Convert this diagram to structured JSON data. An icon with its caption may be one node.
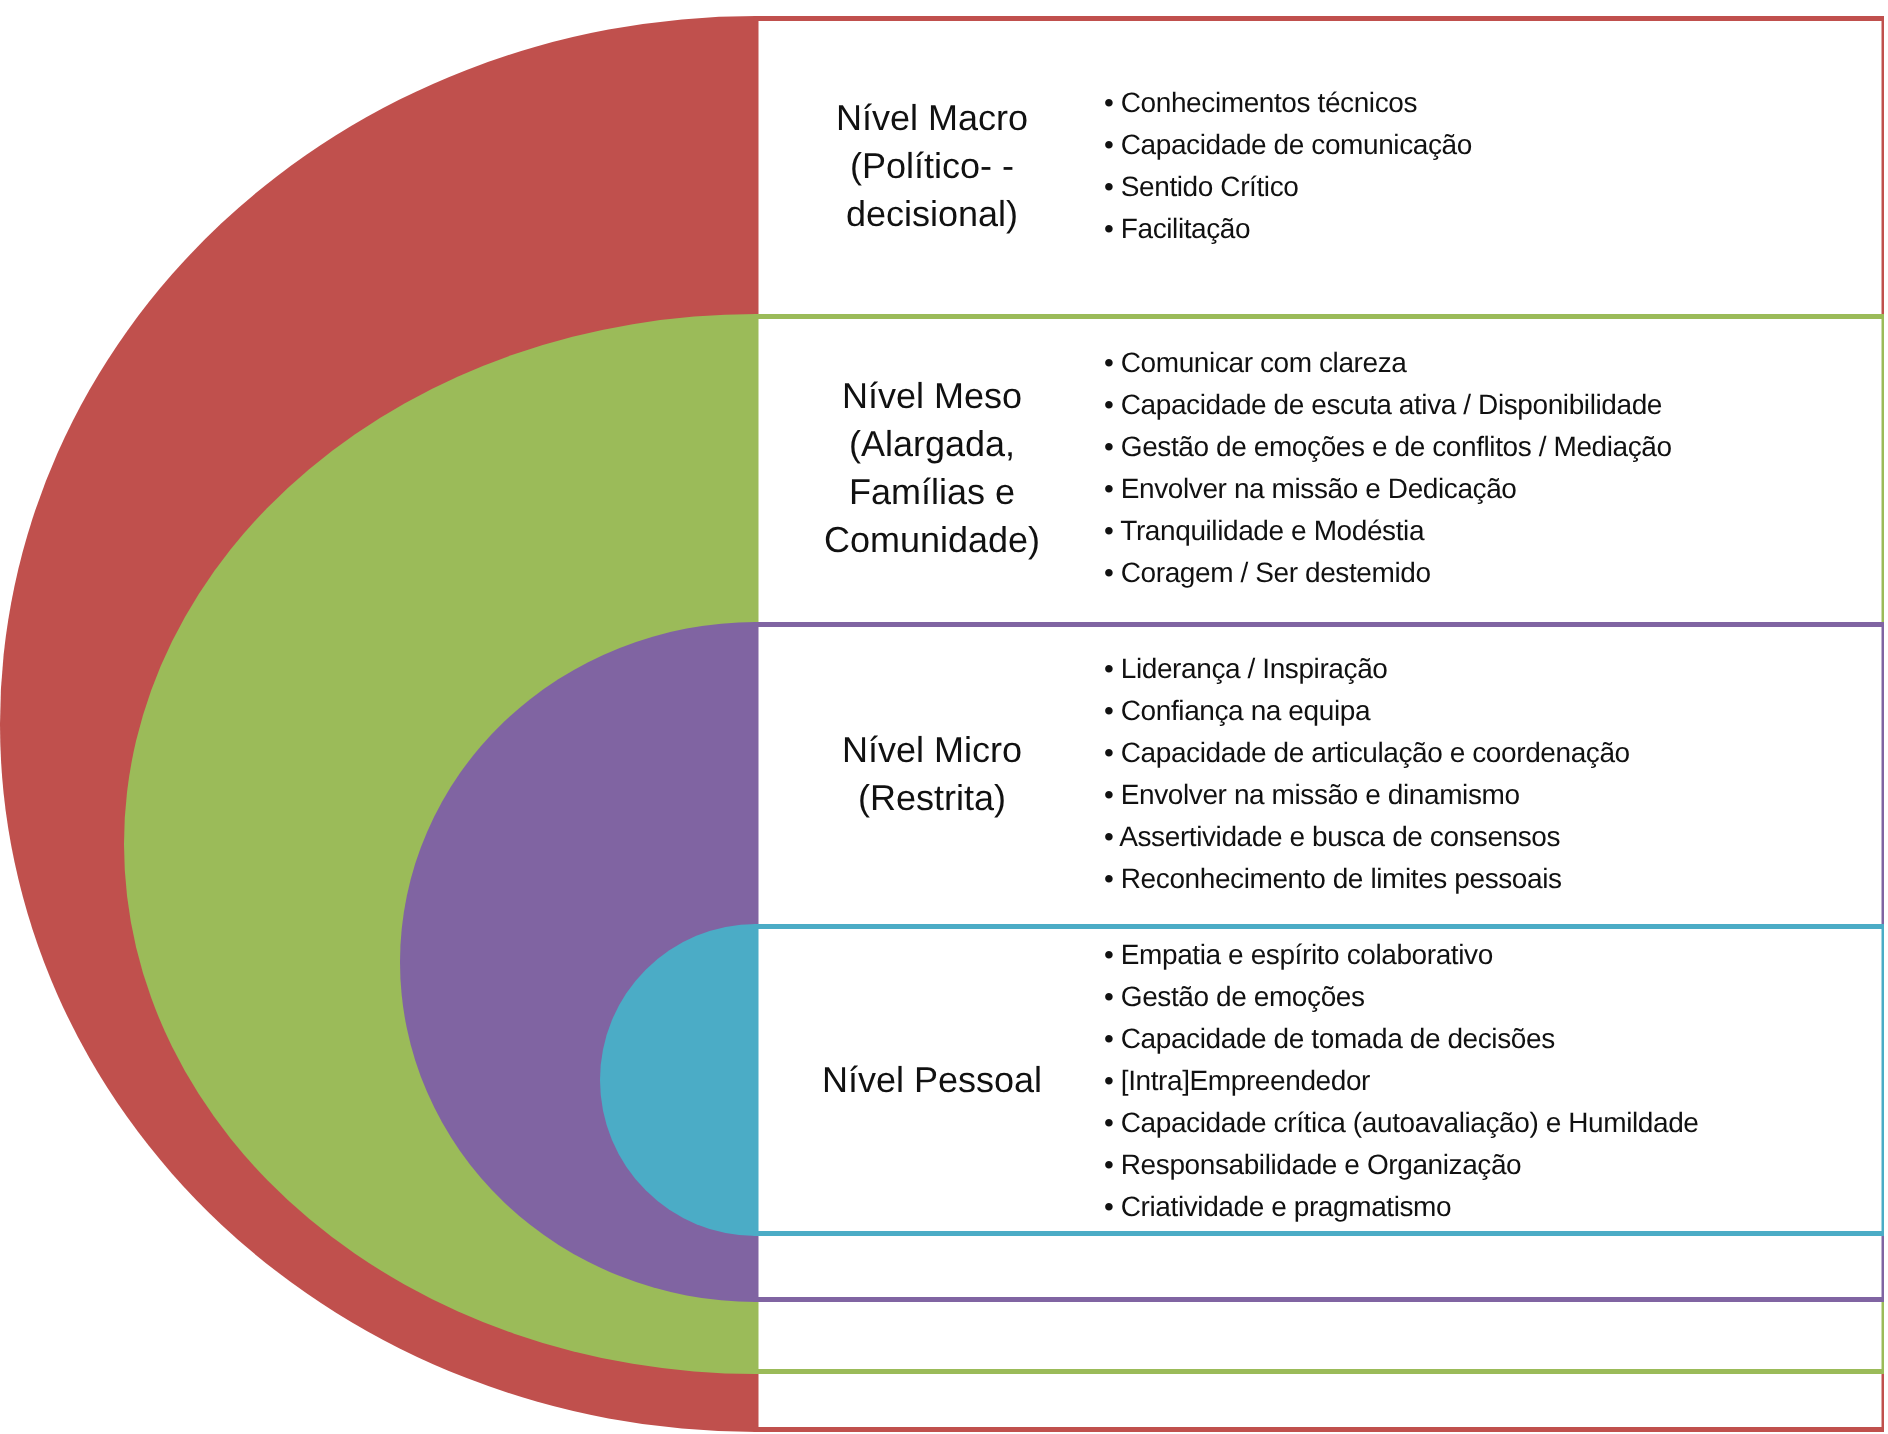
{
  "diagram": {
    "nodes": [
      {
        "text": [
          "Nível Macro (Político- -decisional)",
          "• Conhecimentos técnicos",
          "• Capacidade de comunicação",
          "• Sentido Crítico",
          "• Facilitação"
        ]
      },
      {
        "text": [
          "Nível Meso (Alargada, Famílias e Comunidade)",
          "• Comunicar com clareza",
          "• Capacidade de escuta ativa / Disponibilidade",
          "• Gestão de emoções e de conflitos / Mediação",
          "• Envolver na missão e Dedicação",
          "• Tranquilidade e Modéstia",
          "• Coragem / Ser destemido"
        ],
        "in": 0
      },
      {
        "text": [
          "Nível Micro (Restrita)",
          "• Liderança / Inspiração",
          "• Confiança na equipa",
          "• Capacidade de articulação e coordenação",
          "• Envolver na missão e dinamismo",
          "• Assertividade e busca de consensos",
          "• Reconhecimento de limites pessoais"
        ],
        "in": 1
      },
      {
        "text": [
          "Nível Pessoal",
          "• Empatia e espírito colaborativo",
          "• Gestão de emoções",
          "• Capacidade de tomada de decisões",
          "• [Intra]Empreendedor",
          "• Capacidade crítica (autoavaliação) e Humildade",
          "• Responsabilidade e Organização",
          "• Criatividade e pragmatismo"
        ],
        "in": 2
      }
    ]
  }
}
